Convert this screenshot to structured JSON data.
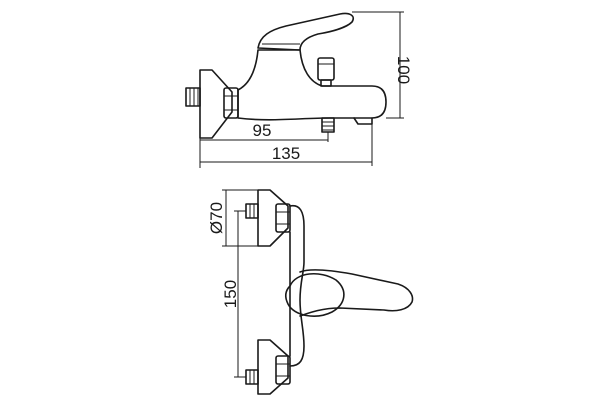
{
  "dimensions": {
    "height": "100",
    "spout_reach": "95",
    "overall_length": "135",
    "flange_diameter": "Ø70",
    "center_distance": "150"
  }
}
